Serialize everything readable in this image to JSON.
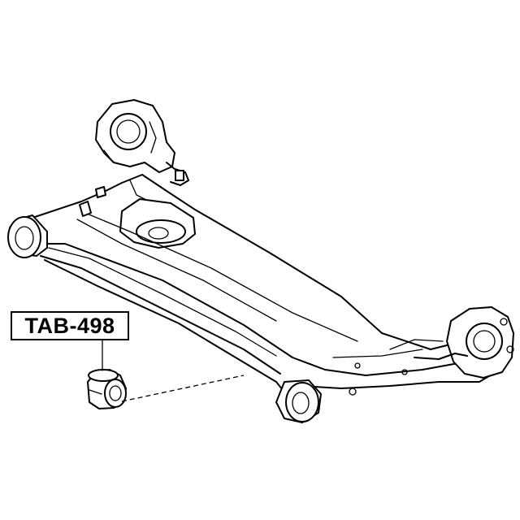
{
  "part": {
    "number": "TAB-498"
  },
  "icons": {
    "axle": "rear-axle-beam-drawing",
    "bushing": "bushing-drawing"
  }
}
